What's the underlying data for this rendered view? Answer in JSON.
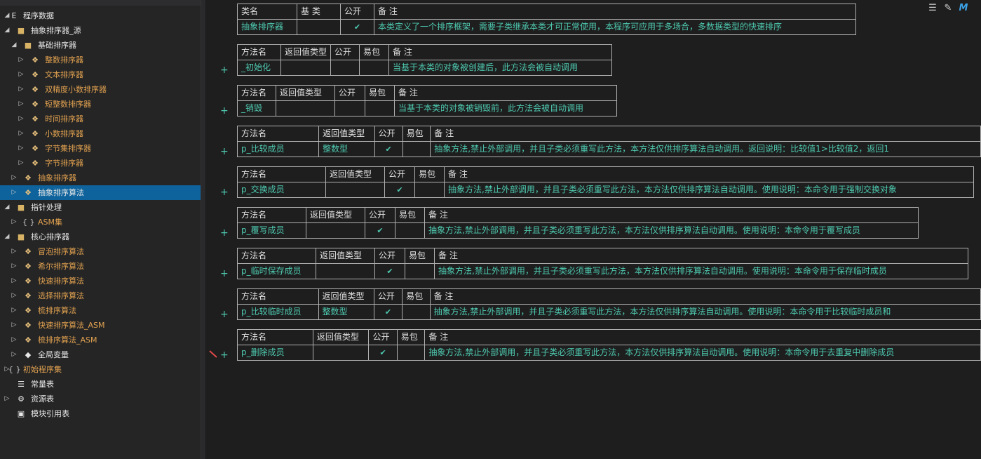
{
  "sidebar": {
    "items": [
      {
        "label": "程序数据",
        "icon": "E",
        "icon_name": "module-icon",
        "expander": "open",
        "level": 0,
        "color": "white"
      },
      {
        "label": "抽象排序器_源",
        "icon": "■",
        "icon_name": "folder-icon",
        "expander": "open",
        "level": 1,
        "color": "white"
      },
      {
        "label": "基础排序器",
        "icon": "■",
        "icon_name": "folder-icon",
        "expander": "open",
        "level": 2,
        "color": "white"
      },
      {
        "label": "整数排序器",
        "icon": "❖",
        "icon_name": "class-icon",
        "expander": "closed",
        "level": 3,
        "color": "orange"
      },
      {
        "label": "文本排序器",
        "icon": "❖",
        "icon_name": "class-icon",
        "expander": "closed",
        "level": 3,
        "color": "orange"
      },
      {
        "label": "双精度小数排序器",
        "icon": "❖",
        "icon_name": "class-icon",
        "expander": "closed",
        "level": 3,
        "color": "orange"
      },
      {
        "label": "短整数排序器",
        "icon": "❖",
        "icon_name": "class-icon",
        "expander": "closed",
        "level": 3,
        "color": "orange"
      },
      {
        "label": "时间排序器",
        "icon": "❖",
        "icon_name": "class-icon",
        "expander": "closed",
        "level": 3,
        "color": "orange"
      },
      {
        "label": "小数排序器",
        "icon": "❖",
        "icon_name": "class-icon",
        "expander": "closed",
        "level": 3,
        "color": "orange"
      },
      {
        "label": "字节集排序器",
        "icon": "❖",
        "icon_name": "class-icon",
        "expander": "closed",
        "level": 3,
        "color": "orange"
      },
      {
        "label": "字节排序器",
        "icon": "❖",
        "icon_name": "class-icon",
        "expander": "closed",
        "level": 3,
        "color": "orange"
      },
      {
        "label": "抽象排序器",
        "icon": "❖",
        "icon_name": "class-icon",
        "expander": "closed",
        "level": 2,
        "color": "orange"
      },
      {
        "label": "抽象排序算法",
        "icon": "❖",
        "icon_name": "class-icon",
        "expander": "closed",
        "level": 2,
        "color": "white",
        "selected": true
      },
      {
        "label": "指针处理",
        "icon": "■",
        "icon_name": "folder-icon",
        "expander": "open",
        "level": 1,
        "color": "white"
      },
      {
        "label": "ASM集",
        "icon": "{ }",
        "icon_name": "braces-icon",
        "expander": "closed",
        "level": 2,
        "color": "orange"
      },
      {
        "label": "核心排序器",
        "icon": "■",
        "icon_name": "folder-icon",
        "expander": "open",
        "level": 1,
        "color": "white"
      },
      {
        "label": "冒泡排序算法",
        "icon": "❖",
        "icon_name": "class-icon",
        "expander": "closed",
        "level": 2,
        "color": "orange"
      },
      {
        "label": "希尔排序算法",
        "icon": "❖",
        "icon_name": "class-icon",
        "expander": "closed",
        "level": 2,
        "color": "orange"
      },
      {
        "label": "快速排序算法",
        "icon": "❖",
        "icon_name": "class-icon",
        "expander": "closed",
        "level": 2,
        "color": "orange"
      },
      {
        "label": "选择排序算法",
        "icon": "❖",
        "icon_name": "class-icon",
        "expander": "closed",
        "level": 2,
        "color": "orange"
      },
      {
        "label": "梳排序算法",
        "icon": "❖",
        "icon_name": "class-icon",
        "expander": "closed",
        "level": 2,
        "color": "orange"
      },
      {
        "label": "快速排序算法_ASM",
        "icon": "❖",
        "icon_name": "class-icon",
        "expander": "closed",
        "level": 2,
        "color": "orange"
      },
      {
        "label": "梳排序算法_ASM",
        "icon": "❖",
        "icon_name": "class-icon",
        "expander": "closed",
        "level": 2,
        "color": "orange"
      },
      {
        "label": "全局变量",
        "icon": "◆",
        "icon_name": "globals-icon",
        "expander": "closed",
        "level": 2,
        "color": "white"
      },
      {
        "label": "初始程序集",
        "icon": "{ }",
        "icon_name": "braces-icon",
        "expander": "closed",
        "level": 0,
        "color": "orange"
      },
      {
        "label": "常量表",
        "icon": "☰",
        "icon_name": "constants-icon",
        "expander": "none",
        "level": 1,
        "color": "white"
      },
      {
        "label": "资源表",
        "icon": "⚙",
        "icon_name": "resources-icon",
        "expander": "closed",
        "level": 1,
        "color": "white"
      },
      {
        "label": "模块引用表",
        "icon": "▣",
        "icon_name": "module-ref-icon",
        "expander": "none",
        "level": 1,
        "color": "white"
      }
    ]
  },
  "toolbar": {
    "icons": [
      {
        "name": "format-icon",
        "glyph": "☰"
      },
      {
        "name": "edit-icon",
        "glyph": "✎"
      },
      {
        "name": "mz-icon",
        "glyph": "M"
      }
    ]
  },
  "class_table": {
    "headers": [
      "类名",
      "基 类",
      "公开",
      "备 注"
    ],
    "name": "抽象排序器",
    "base": "",
    "public": "✔",
    "note": "本类定义了一个排序框架，需要子类继承本类才可正常使用，本程序可应用于多场合，多数据类型的快速排序"
  },
  "method_headers": [
    "方法名",
    "返回值类型",
    "公开",
    "易包",
    "备 注"
  ],
  "methods": [
    {
      "name": "_初始化",
      "return_type": "",
      "public": "",
      "easy": "",
      "note": "当基于本类的对象被创建后，此方法会被自动调用"
    },
    {
      "name": "_销毁",
      "return_type": "",
      "public": "",
      "easy": "",
      "note": "当基于本类的对象被销毁前，此方法会被自动调用"
    },
    {
      "name": "p_比较成员",
      "return_type": "整数型",
      "public": "✔",
      "easy": "",
      "note": "抽象方法,禁止外部调用，并且子类必须重写此方法，本方法仅供排序算法自动调用。返回说明：比较值1>比较值2，返回1"
    },
    {
      "name": "p_交换成员",
      "return_type": "",
      "public": "✔",
      "easy": "",
      "note": "抽象方法,禁止外部调用，并且子类必须重写此方法，本方法仅供排序算法自动调用。使用说明：本命令用于强制交换对象"
    },
    {
      "name": "p_覆写成员",
      "return_type": "",
      "public": "✔",
      "easy": "",
      "note": "抽象方法,禁止外部调用，并且子类必须重写此方法，本方法仅供排序算法自动调用。使用说明：本命令用于覆写成员"
    },
    {
      "name": "p_临时保存成员",
      "return_type": "",
      "public": "✔",
      "easy": "",
      "note": "抽象方法,禁止外部调用，并且子类必须重写此方法，本方法仅供排序算法自动调用。使用说明：本命令用于保存临时成员"
    },
    {
      "name": "p_比较临时成员",
      "return_type": "整数型",
      "public": "✔",
      "easy": "",
      "note": "抽象方法,禁止外部调用，并且子类必须重写此方法，本方法仅供排序算法自动调用。使用说明：本命令用于比较临时成员和"
    },
    {
      "name": "p_删除成员",
      "return_type": "",
      "public": "✔",
      "easy": "",
      "note": "抽象方法,禁止外部调用，并且子类必须重写此方法，本方法仅供排序算法自动调用。使用说明：本命令用于去重复中删除成员"
    }
  ],
  "expand_glyph": "+",
  "colors": {
    "background": "#1e1e1e",
    "sidebar": "#252526",
    "selection": "#0e639c",
    "accent_teal": "#4ec9b0",
    "comment_green": "#57a64a",
    "orange": "#e2a24f",
    "table_border": "#b0b0b0"
  }
}
